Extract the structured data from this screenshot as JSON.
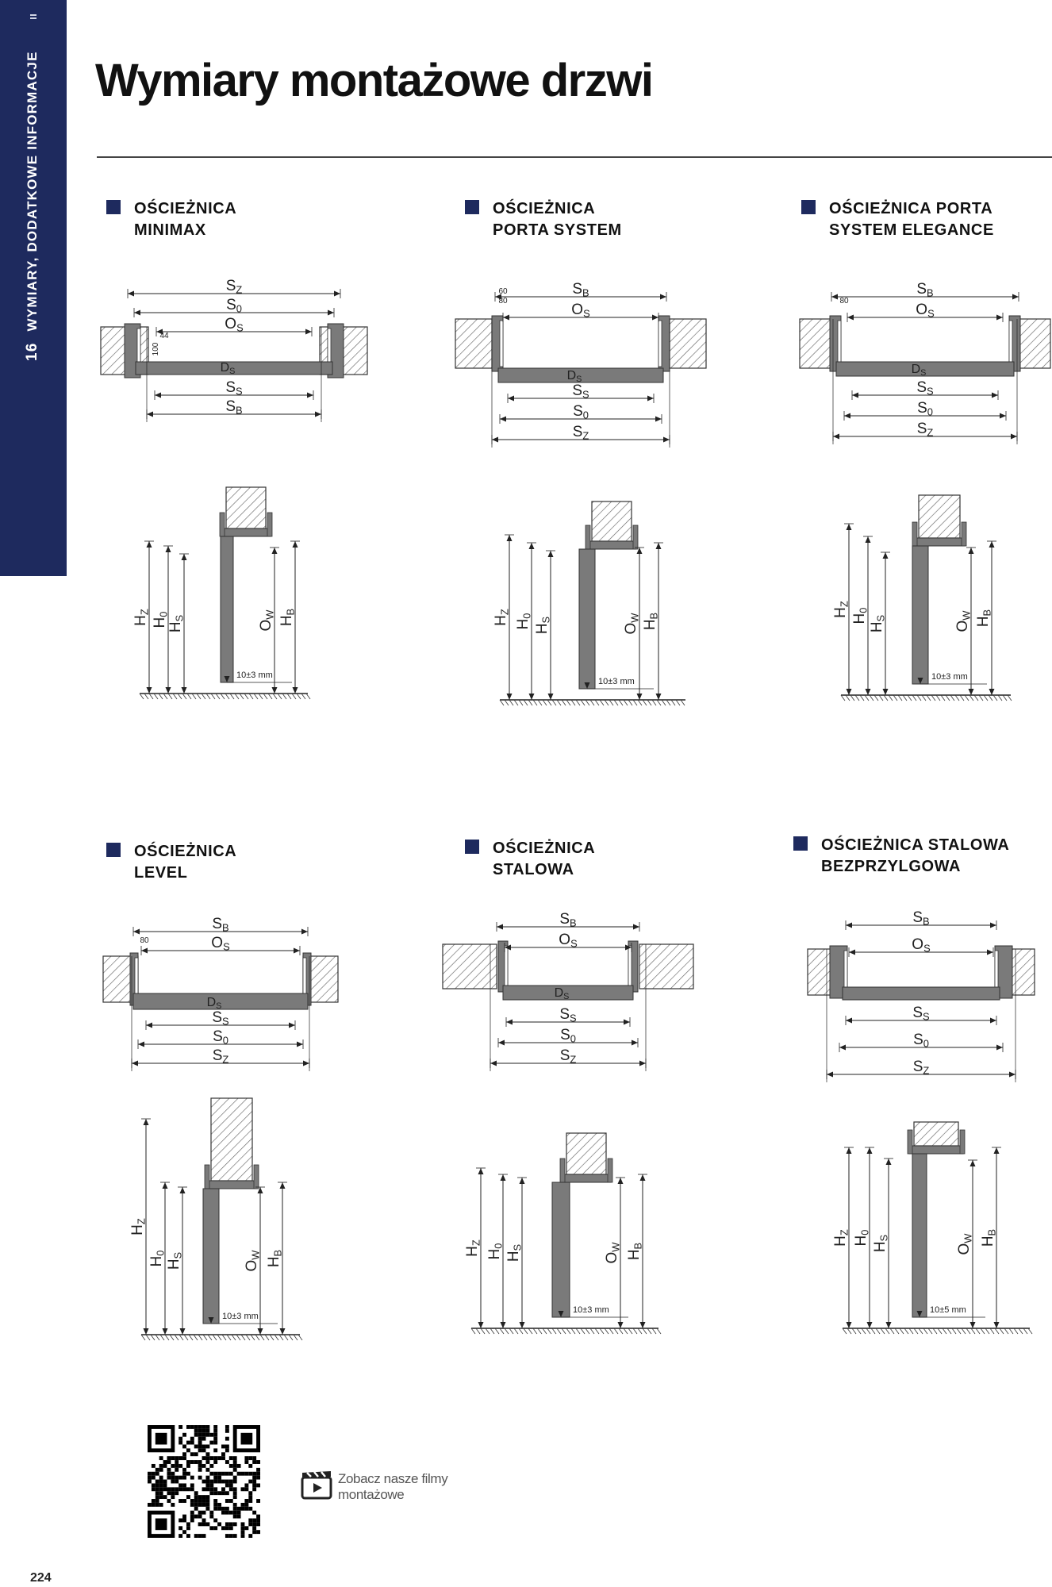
{
  "sidebar": {
    "chapter_number": "16",
    "chapter_title": "WYMIARY, DODATKOWE INFORMACJE"
  },
  "page_title": "Wymiary montażowe drzwi",
  "sections": [
    {
      "title_line1": "OŚCIEŻNICA",
      "title_line2": "MINIMAX",
      "plan_labels_top": [
        "SZ",
        "S0",
        "OS"
      ],
      "plan_labels_inner": [
        "DS"
      ],
      "plan_labels_bottom": [
        "SS",
        "SB"
      ],
      "plan_small": [
        "44",
        "100"
      ],
      "elevation_labels": [
        "HZ",
        "H0",
        "HS",
        "OW",
        "HB"
      ],
      "gap_note": "10±3 mm"
    },
    {
      "title_line1": "OŚCIEŻNICA",
      "title_line2": "PORTA SYSTEM",
      "plan_labels_top": [
        "SB",
        "OS"
      ],
      "plan_labels_inner": [
        "DS"
      ],
      "plan_labels_bottom": [
        "SS",
        "S0",
        "SZ"
      ],
      "plan_small": [
        "60",
        "80"
      ],
      "elevation_labels": [
        "HZ",
        "H0",
        "HS",
        "OW",
        "HB"
      ],
      "gap_note": "10±3 mm"
    },
    {
      "title_line1": "OŚCIEŻNICA PORTA",
      "title_line2": "SYSTEM ELEGANCE",
      "plan_labels_top": [
        "SB",
        "OS"
      ],
      "plan_labels_inner": [
        "DS"
      ],
      "plan_labels_bottom": [
        "SS",
        "S0",
        "SZ"
      ],
      "plan_small": [
        "80"
      ],
      "elevation_labels": [
        "HZ",
        "H0",
        "HS",
        "OW",
        "HB"
      ],
      "gap_note": "10±3 mm"
    },
    {
      "title_line1": "OŚCIEŻNICA",
      "title_line2": "LEVEL",
      "plan_labels_top": [
        "SB",
        "OS"
      ],
      "plan_labels_inner": [
        "DS"
      ],
      "plan_labels_bottom": [
        "SS",
        "S0",
        "SZ"
      ],
      "plan_small": [
        "80"
      ],
      "elevation_labels": [
        "HZ",
        "H0",
        "HS",
        "OW",
        "HB"
      ],
      "gap_note": "10±3 mm"
    },
    {
      "title_line1": "OŚCIEŻNICA",
      "title_line2": "STALOWA",
      "plan_labels_top": [
        "SB",
        "OS"
      ],
      "plan_labels_inner": [
        "DS"
      ],
      "plan_labels_bottom": [
        "SS",
        "S0",
        "SZ"
      ],
      "plan_small": [],
      "elevation_labels": [
        "HZ",
        "H0",
        "HS",
        "OW",
        "HB"
      ],
      "gap_note": "10±3 mm"
    },
    {
      "title_line1": "OŚCIEŻNICA STALOWA",
      "title_line2": "BEZPRZYLGOWA",
      "plan_labels_top": [
        "SB",
        "OS"
      ],
      "plan_labels_inner": [],
      "plan_labels_bottom": [
        "SS",
        "S0",
        "SZ"
      ],
      "plan_small": [],
      "elevation_labels": [
        "HZ",
        "H0",
        "HS",
        "OW",
        "HB"
      ],
      "gap_note": "10±5 mm"
    }
  ],
  "video_link": {
    "line1": "Zobacz nasze filmy",
    "line2": "montażowe"
  },
  "page_number": "224",
  "colors": {
    "accent": "#1e2a5e",
    "frame_grey": "#7a7a7a",
    "hatch": "#666666"
  }
}
